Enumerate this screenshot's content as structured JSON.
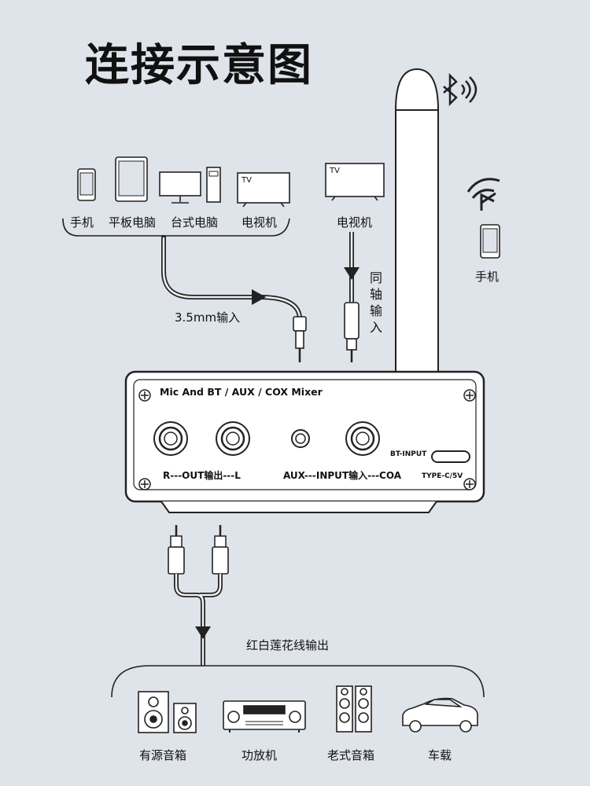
{
  "title": "连接示意图",
  "sources_left": [
    "手机",
    "平板电脑",
    "台式电脑",
    "电视机"
  ],
  "source_tv_right": "电视机",
  "tv_screen_text": "TV",
  "phone_bt_label": "手机",
  "input_35_label": "3.5mm输入",
  "coax_label": [
    "同",
    "轴",
    "输",
    "入"
  ],
  "device": {
    "name": "Mic And BT / AUX / COX Mixer",
    "out_label": "R---OUT输出---L",
    "in_label": "AUX---INPUT输入---COA",
    "bt_input": "BT-INPUT",
    "type_c": "TYPE-C/5V"
  },
  "rca_label": "红白莲花线输出",
  "outputs": [
    "有源音箱",
    "功放机",
    "老式音箱",
    "车载"
  ]
}
